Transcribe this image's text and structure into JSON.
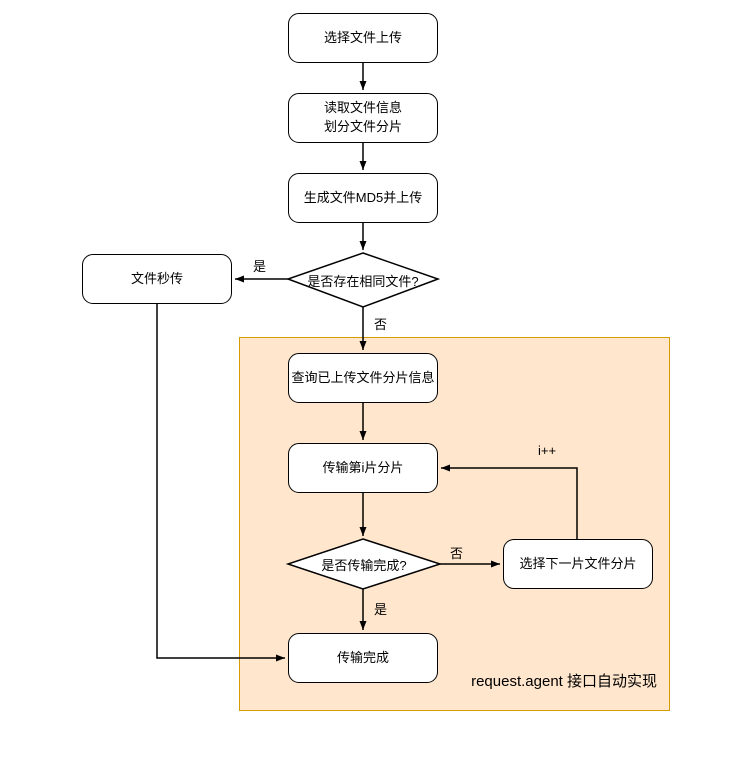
{
  "diagram": {
    "nodes": {
      "select_upload": {
        "label": "选择文件上传"
      },
      "read_info": {
        "label": "读取文件信息\n划分文件分片"
      },
      "gen_md5": {
        "label": "生成文件MD5并上传"
      },
      "same_file": {
        "label": "是否存在相同文件?"
      },
      "instant_upload": {
        "label": "文件秒传"
      },
      "query_chunks": {
        "label": "查询已上传文件分片信息"
      },
      "transfer_chunk": {
        "label": "传输第i片分片"
      },
      "transfer_done": {
        "label": "是否传输完成?"
      },
      "next_chunk": {
        "label": "选择下一片文件分片"
      },
      "complete": {
        "label": "传输完成"
      }
    },
    "edge_labels": {
      "yes_same": "是",
      "no_same": "否",
      "no_done": "否",
      "yes_done": "是",
      "increment": "i++"
    },
    "region": {
      "caption": "request.agent 接口自动实现",
      "fill": "#FFE6CC",
      "border": "#D79B00"
    }
  }
}
